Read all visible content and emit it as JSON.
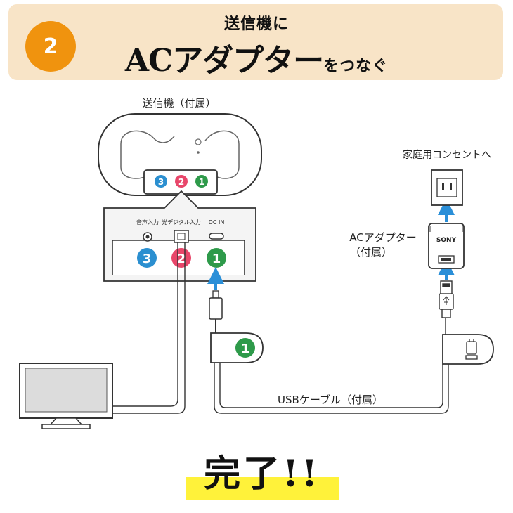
{
  "header": {
    "step_number": "2",
    "subtitle": "送信機に",
    "title_main": "ACアダプター",
    "title_suffix": "をつなぐ"
  },
  "diagram": {
    "transmitter_label": "送信機（付属）",
    "port_numbers": [
      "3",
      "2",
      "1"
    ],
    "port_labels": [
      "音声入力",
      "光デジタル入力",
      "DC IN"
    ],
    "wall_outlet_label": "家庭用コンセントへ",
    "ac_adapter_label_line1": "ACアダプター",
    "ac_adapter_label_line2": "（付属）",
    "adapter_brand": "SONY",
    "usb_cable_label": "USBケーブル（付属）",
    "cable_tag_number": "1"
  },
  "colors": {
    "badge_orange": "#f0930e",
    "banner_bg": "#f8e4c7",
    "port_blue": "#2b8fd0",
    "port_pink": "#e8466a",
    "port_green": "#2e9a4a",
    "arrow_blue": "#2a8fd8",
    "highlight_yellow": "#fff23a"
  },
  "footer": {
    "done_text": "完了!!"
  }
}
